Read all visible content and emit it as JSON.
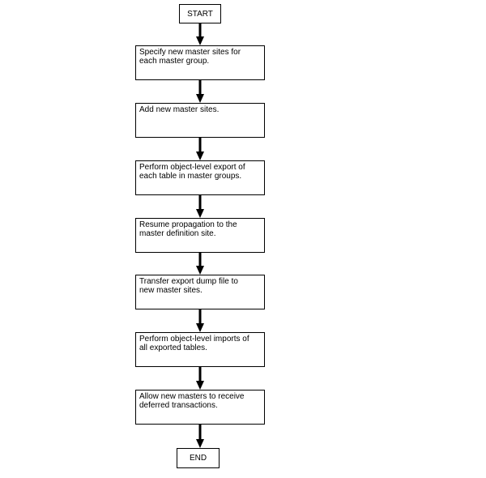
{
  "flowchart": {
    "start_label": "START",
    "end_label": "END",
    "steps": [
      {
        "text": "Specify new master sites for\neach master group."
      },
      {
        "text": "Add new master sites."
      },
      {
        "text": "Perform object-level export of\neach table in master groups."
      },
      {
        "text": "Resume propagation to the\nmaster definition site."
      },
      {
        "text": "Transfer export dump file to\nnew master sites."
      },
      {
        "text": "Perform object-level imports of\nall exported tables."
      },
      {
        "text": "Allow new masters to receive\ndeferred transactions."
      }
    ]
  },
  "colors": {
    "stroke": "#000000",
    "background": "#ffffff"
  }
}
